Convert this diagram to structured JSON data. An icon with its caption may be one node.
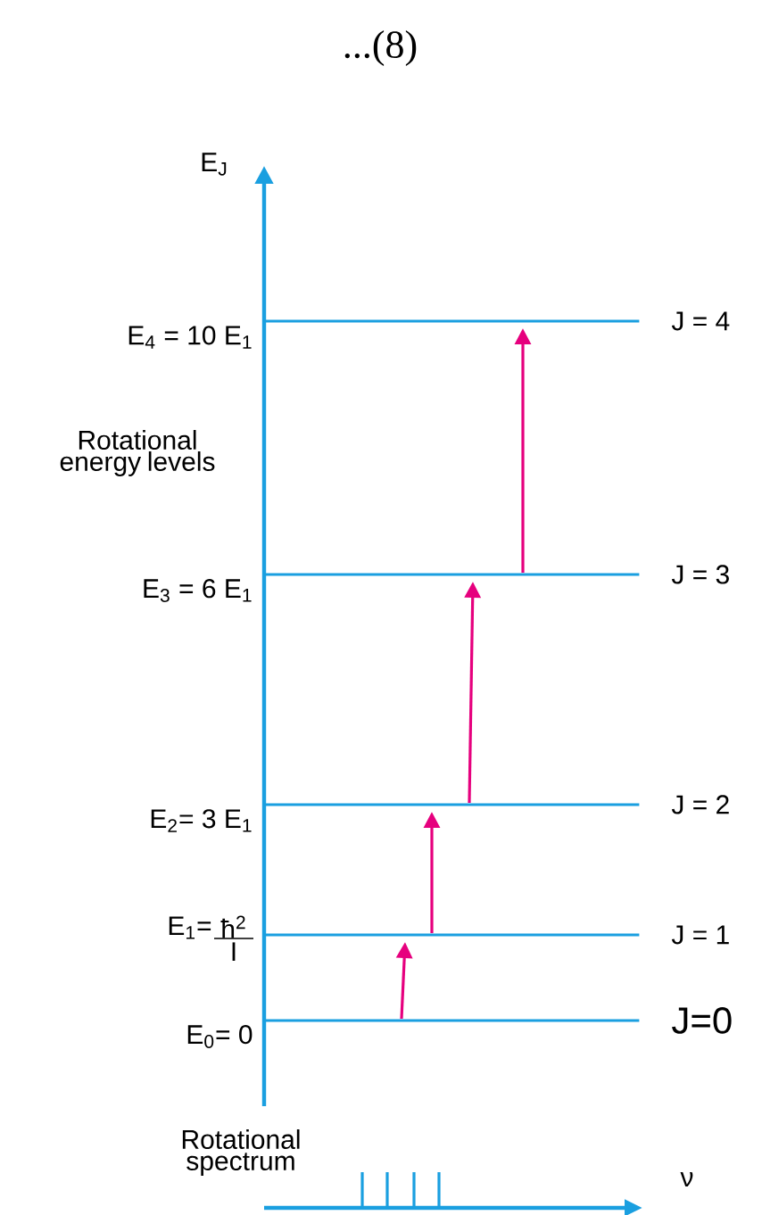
{
  "diagram": {
    "nodes": [
      {
        "text": [
          "J = 4"
        ],
        "beside": [
          "E$_{4}$ = 10 E$_{1}$"
        ]
      },
      {
        "text": [
          "J = 3"
        ],
        "beside": [
          "E$_{3}$ = 6 E$_{1}$"
        ]
      },
      {
        "text": [
          "J = 2"
        ],
        "beside": [
          "E$_{2}$= 3 E$_{1}$"
        ]
      },
      {
        "text": [
          "J = 1"
        ],
        "beside": [
          "E$_{1}$=",
          "ħ$^{2}$",
          "I"
        ]
      },
      {
        "text": [
          "J=0"
        ],
        "beside": [
          "E$_{0}$= 0"
        ]
      }
    ],
    "edges": [
      {
        "from": 4,
        "to": 3,
        "arrow": "to"
      },
      {
        "from": 3,
        "to": 2,
        "arrow": "to"
      },
      {
        "from": 2,
        "to": 1,
        "arrow": "to"
      },
      {
        "from": 1,
        "to": 0,
        "arrow": "to"
      }
    ],
    "labels": [
      "...(8)",
      "E$_{J}$",
      "Rotational energy levels",
      "Rotational spectrum",
      "ν"
    ]
  }
}
